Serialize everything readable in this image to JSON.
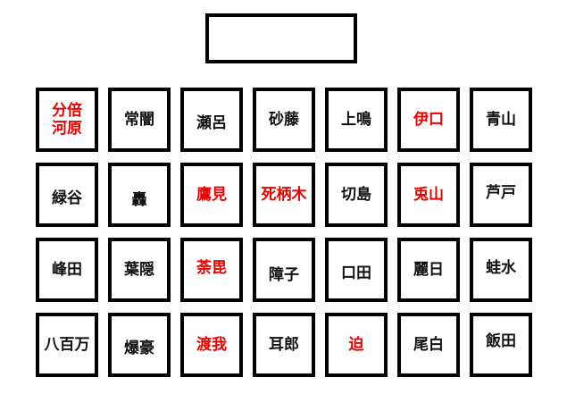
{
  "header_box": {
    "text": ""
  },
  "colors": {
    "red": "#ee0000",
    "black": "#111111"
  },
  "tiles": [
    {
      "label": "分倍\n河原",
      "color": "red"
    },
    {
      "label": "常闇",
      "color": "black"
    },
    {
      "label": "瀬呂",
      "color": "black"
    },
    {
      "label": "砂藤",
      "color": "black"
    },
    {
      "label": "上鳴",
      "color": "black"
    },
    {
      "label": "伊口",
      "color": "red"
    },
    {
      "label": "青山",
      "color": "black"
    },
    {
      "label": "緑谷",
      "color": "black"
    },
    {
      "label": "轟",
      "color": "black"
    },
    {
      "label": "鷹見",
      "color": "red"
    },
    {
      "label": "死柄木",
      "color": "red"
    },
    {
      "label": "切島",
      "color": "black"
    },
    {
      "label": "兎山",
      "color": "red"
    },
    {
      "label": "芦戸",
      "color": "black"
    },
    {
      "label": "峰田",
      "color": "black"
    },
    {
      "label": "葉隠",
      "color": "black"
    },
    {
      "label": "荼毘",
      "color": "red"
    },
    {
      "label": "障子",
      "color": "black"
    },
    {
      "label": "口田",
      "color": "black"
    },
    {
      "label": "麗日",
      "color": "black"
    },
    {
      "label": "蛙水",
      "color": "black"
    },
    {
      "label": "八百万",
      "color": "black"
    },
    {
      "label": "爆豪",
      "color": "black"
    },
    {
      "label": "渡我",
      "color": "red"
    },
    {
      "label": "耳郎",
      "color": "black"
    },
    {
      "label": "迫",
      "color": "red"
    },
    {
      "label": "尾白",
      "color": "black"
    },
    {
      "label": "飯田",
      "color": "black"
    }
  ]
}
